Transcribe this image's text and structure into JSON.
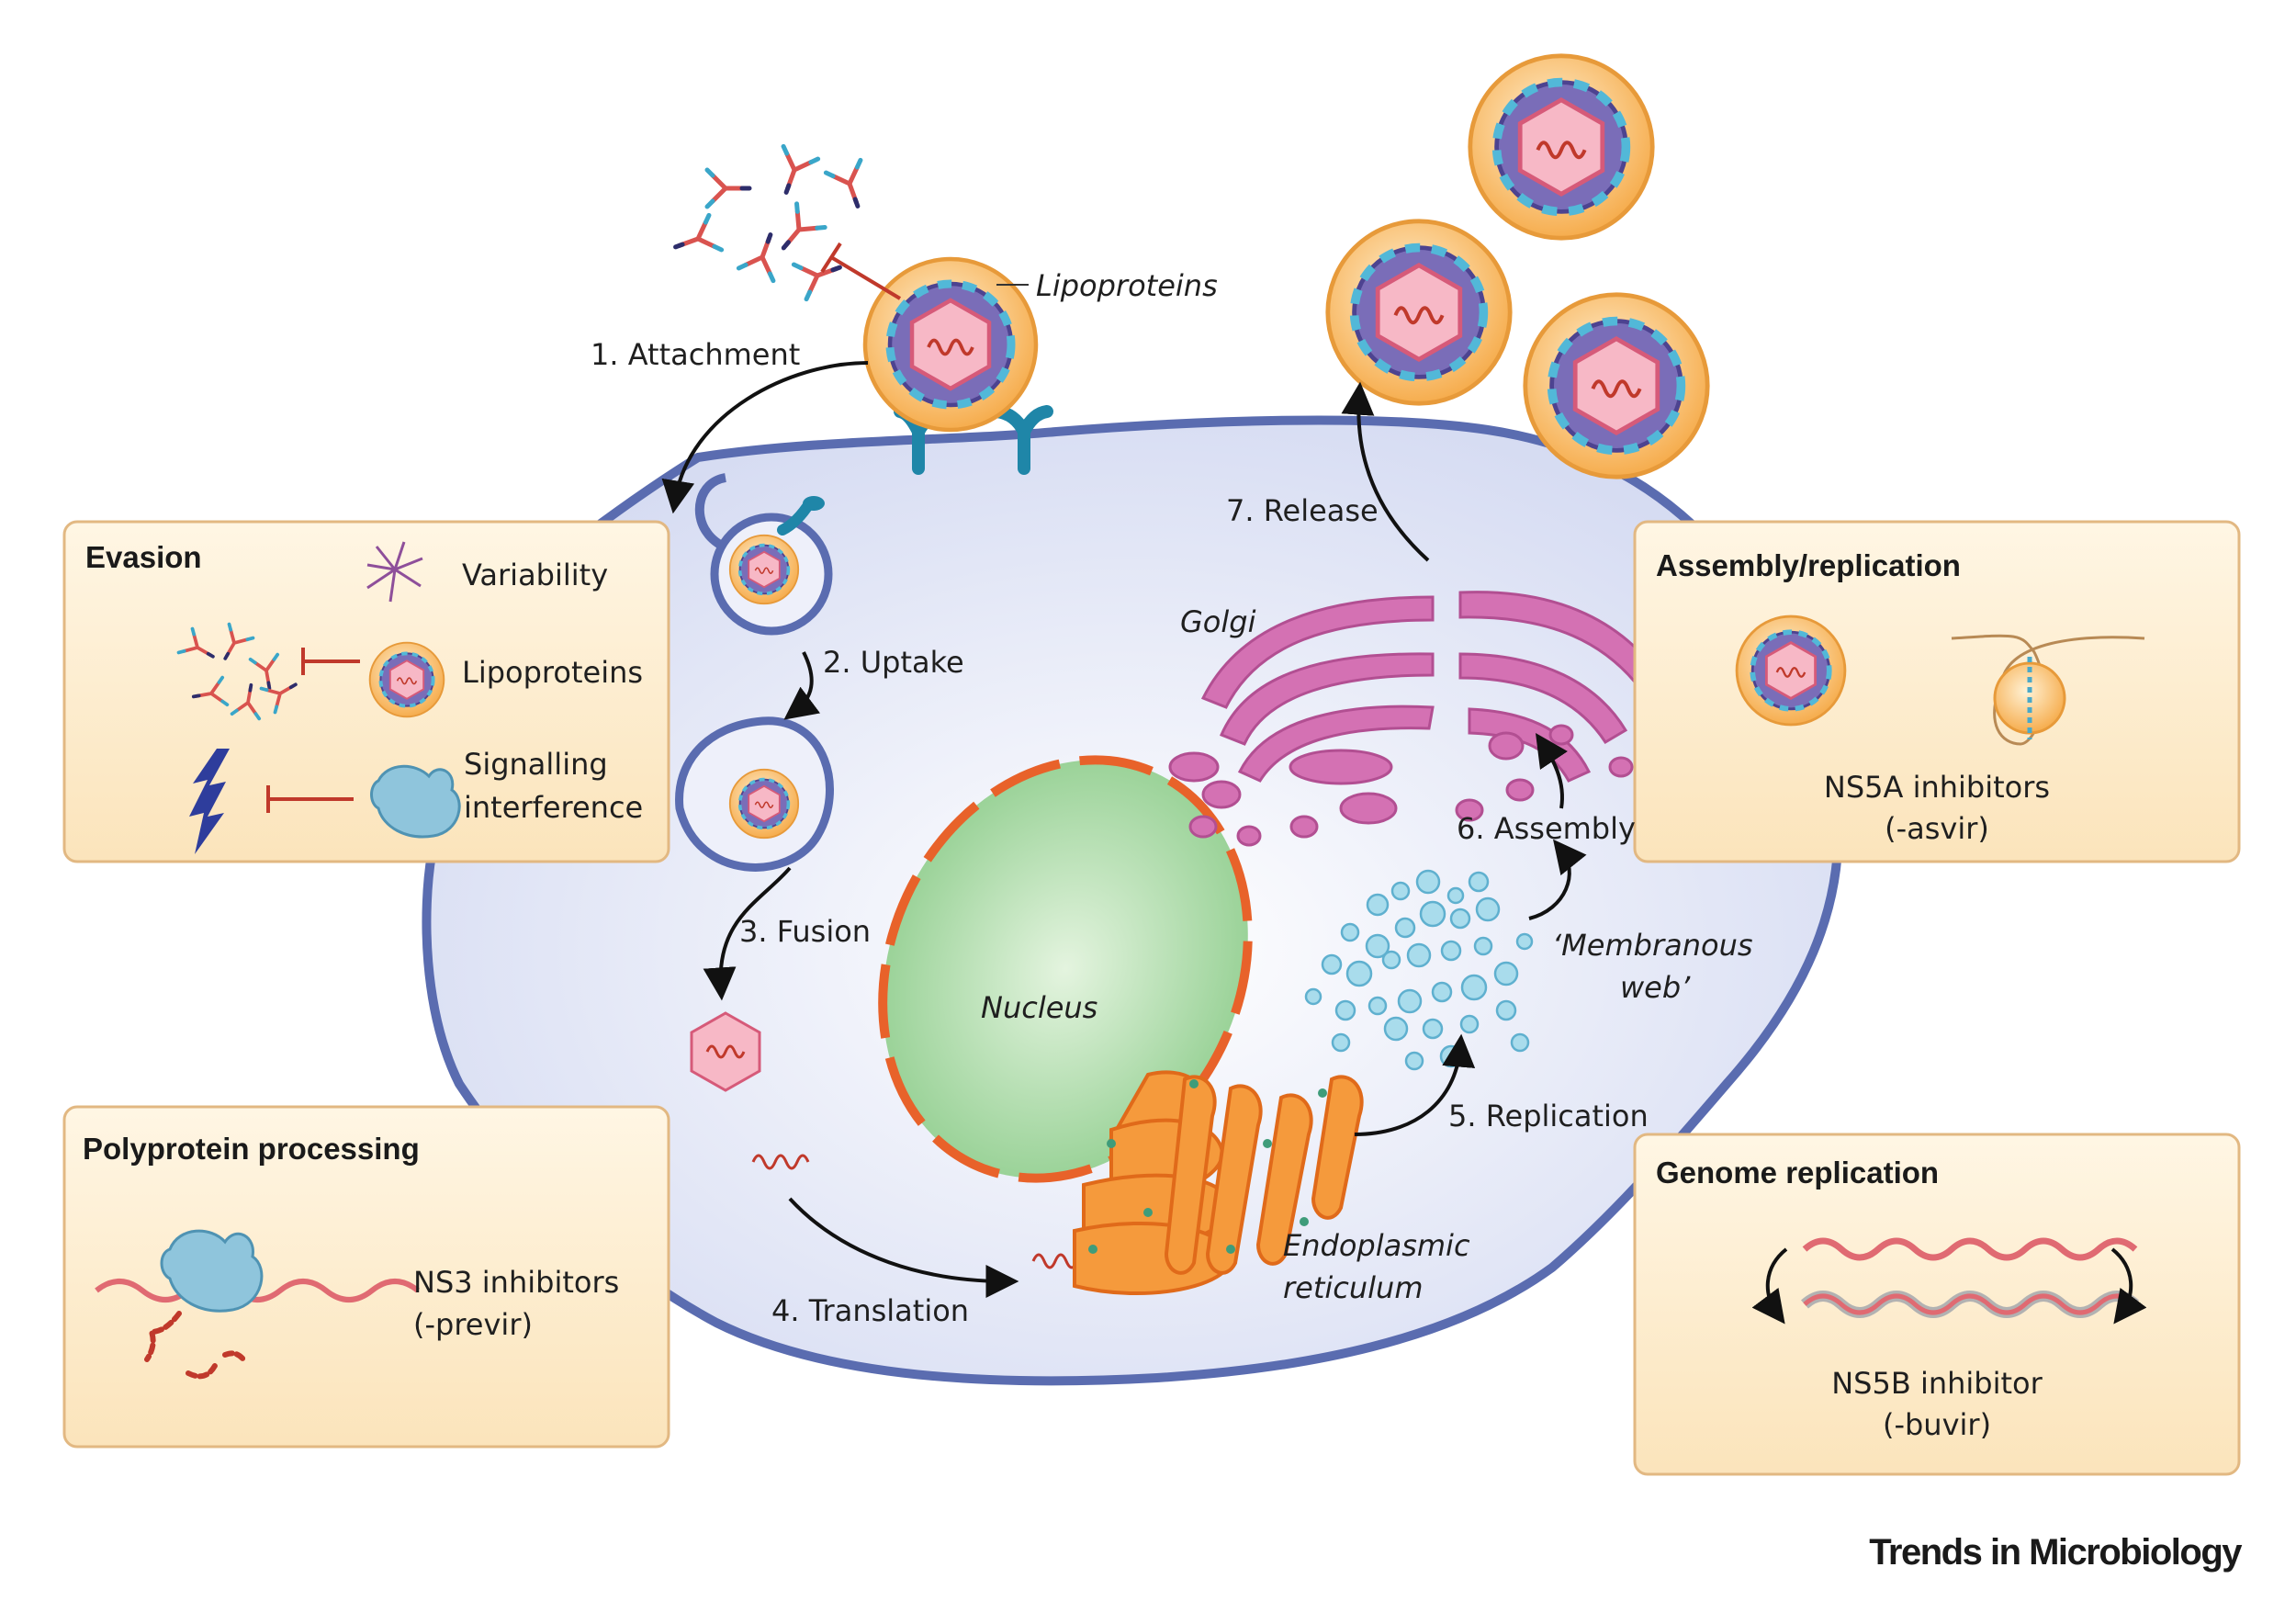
{
  "steps": {
    "attachment": "1. Attachment",
    "uptake": "2. Uptake",
    "fusion": "3. Fusion",
    "translation": "4. Translation",
    "replication": "5. Replication",
    "assembly": "6. Assembly",
    "release": "7. Release"
  },
  "labels": {
    "lipoproteins": "Lipoproteins",
    "golgi": "Golgi",
    "nucleus": "Nucleus",
    "membranous_web_1": "‘Membranous",
    "membranous_web_2": "web’",
    "er_1": "Endoplasmic",
    "er_2": "reticulum"
  },
  "boxes": {
    "evasion": {
      "title": "Evasion",
      "variability": "Variability",
      "lipoproteins": "Lipoproteins",
      "signalling_1": "Signalling",
      "signalling_2": "interference"
    },
    "polyprotein": {
      "title": "Polyprotein processing",
      "drug_1": "NS3 inhibitors",
      "drug_2": "(-previr)"
    },
    "assembly": {
      "title": "Assembly/replication",
      "drug_1": "NS5A inhibitors",
      "drug_2": "(-asvir)"
    },
    "genome": {
      "title": "Genome replication",
      "drug_1": "NS5B inhibitor",
      "drug_2": "(-buvir)"
    }
  },
  "brand": "Trends in Microbiology",
  "colors": {
    "box_fill": "#fdefd2",
    "box_border": "#e2b882",
    "cell_fill": "#e9ecf8",
    "cell_border": "#5a6cb0",
    "nucleus": "#a6d8a3",
    "nucleus_rim": "#e8622a",
    "er": "#f59a3c",
    "golgi": "#d471b3",
    "virus_envelope": "#f7b65a",
    "capsid": "#f18aa3",
    "web": "#8fcbe5",
    "inhibit": "#c0392b",
    "rna": "#d9534f"
  }
}
